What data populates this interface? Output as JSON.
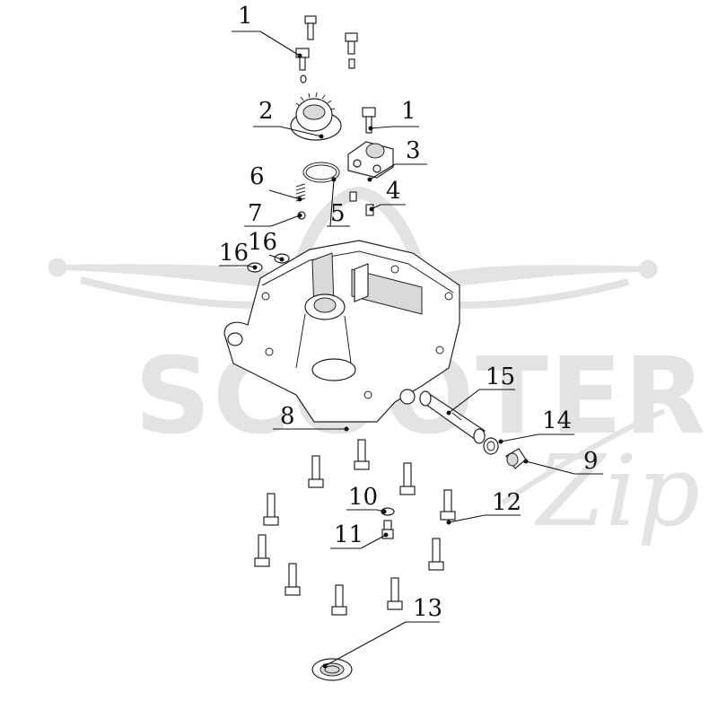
{
  "watermark": {
    "brand_text": "SCOOTER",
    "script_text": "Zip"
  },
  "callouts": [
    {
      "id": "c1a",
      "label": "1"
    },
    {
      "id": "c1b",
      "label": "1"
    },
    {
      "id": "c2",
      "label": "2"
    },
    {
      "id": "c3",
      "label": "3"
    },
    {
      "id": "c4",
      "label": "4"
    },
    {
      "id": "c5",
      "label": "5"
    },
    {
      "id": "c6",
      "label": "6"
    },
    {
      "id": "c7",
      "label": "7"
    },
    {
      "id": "c8",
      "label": "8"
    },
    {
      "id": "c9",
      "label": "9"
    },
    {
      "id": "c10",
      "label": "10"
    },
    {
      "id": "c11",
      "label": "11"
    },
    {
      "id": "c12",
      "label": "12"
    },
    {
      "id": "c13",
      "label": "13"
    },
    {
      "id": "c14",
      "label": "14"
    },
    {
      "id": "c15",
      "label": "15"
    },
    {
      "id": "c16a",
      "label": "16"
    },
    {
      "id": "c16b",
      "label": "16"
    }
  ]
}
